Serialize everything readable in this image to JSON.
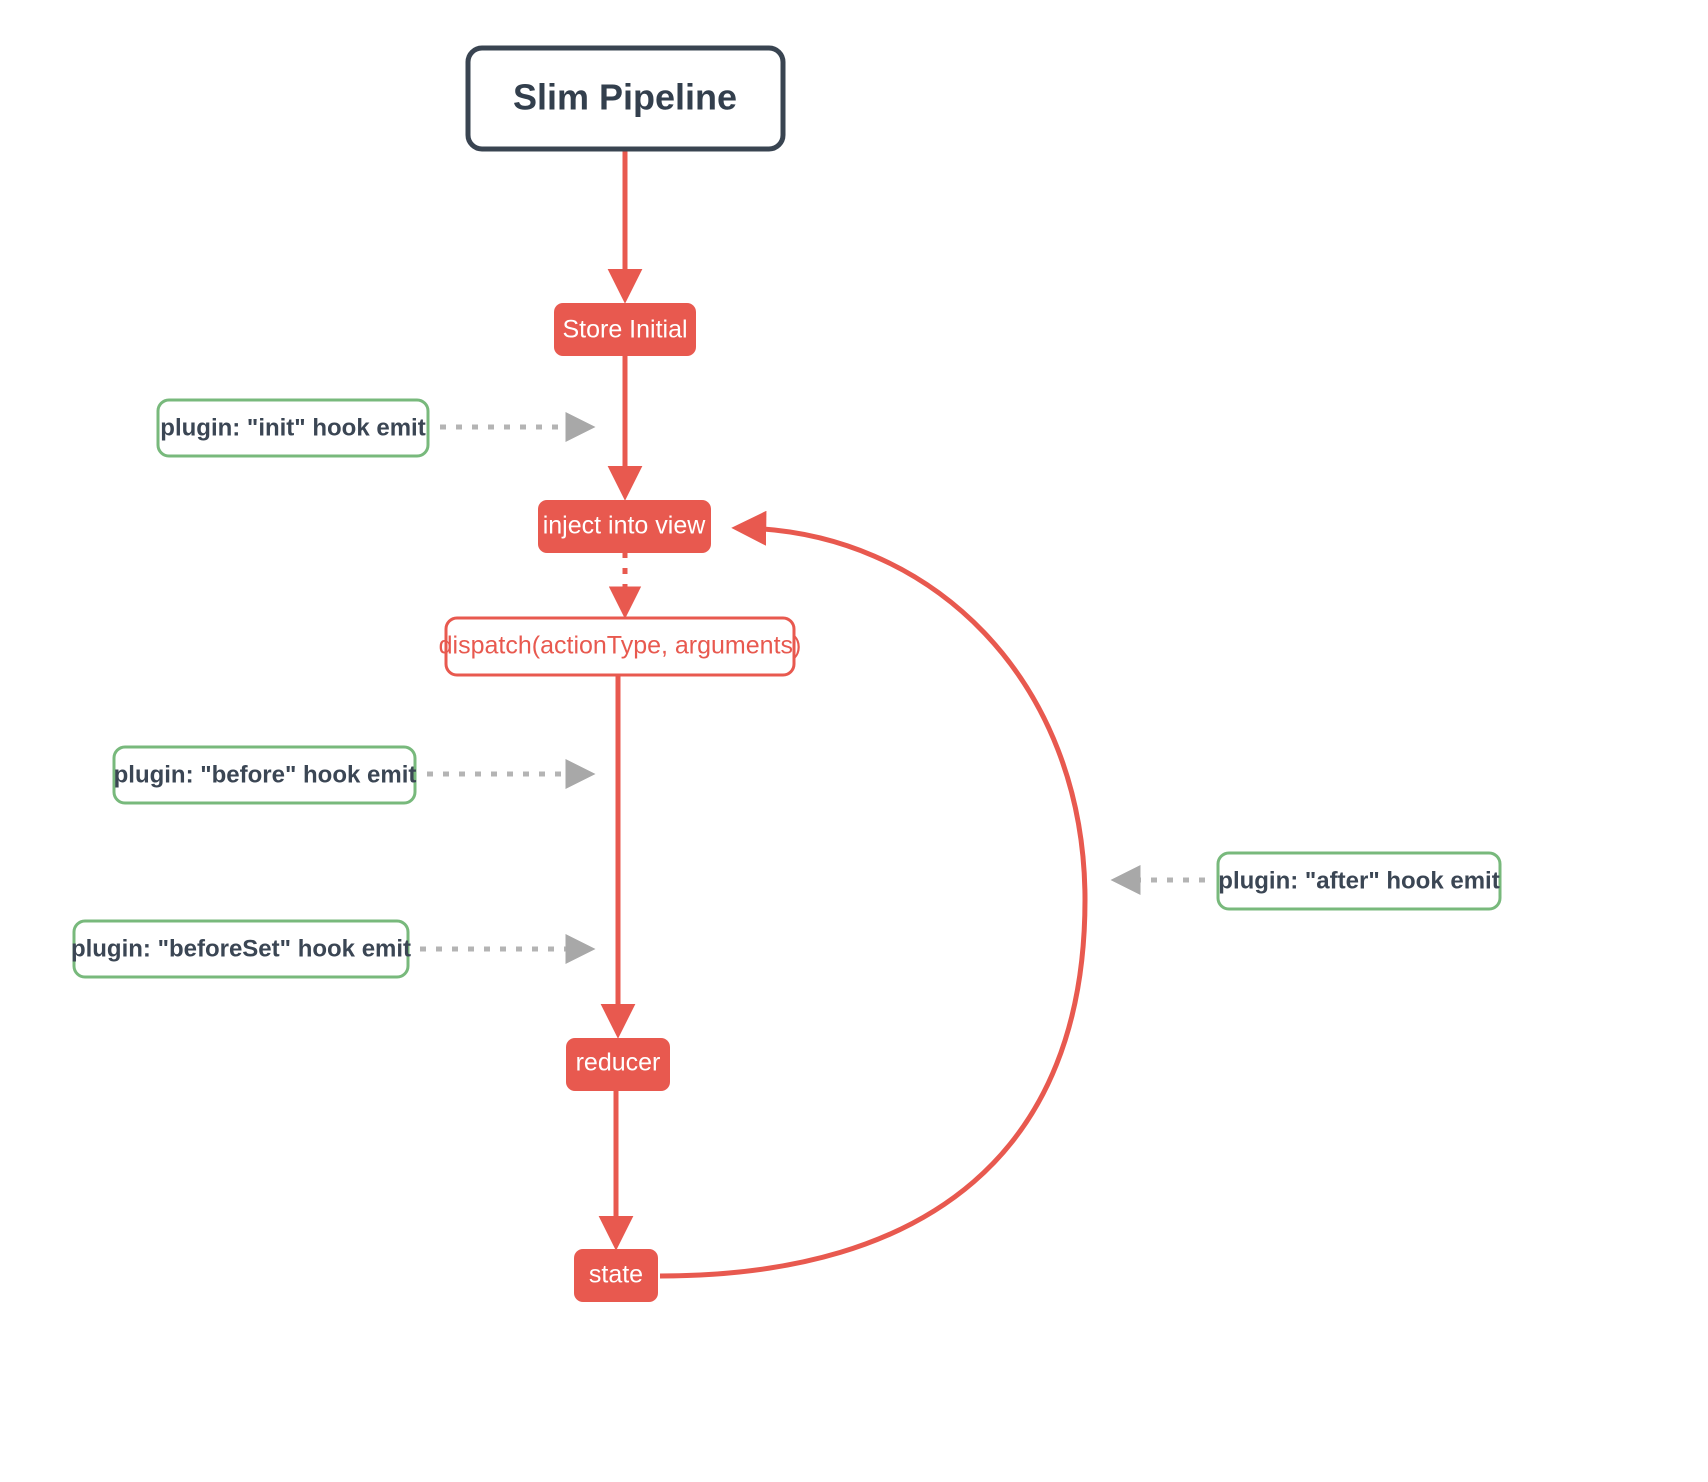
{
  "diagram": {
    "title": "Slim Pipeline",
    "nodes": {
      "store_initial": "Store Initial",
      "inject_into_view": "inject into view",
      "dispatch": "dispatch(actionType, arguments)",
      "reducer": "reducer",
      "state": "state"
    },
    "plugins": {
      "init": "plugin: \"init\" hook emit",
      "before": "plugin: \"before\" hook emit",
      "before_set": "plugin: \"beforeSet\" hook emit",
      "after": "plugin: \"after\" hook emit"
    },
    "colors": {
      "accent_red": "#e8594f",
      "title_border": "#394451",
      "plugin_border": "#78b97c",
      "plugin_text": "#3b4654",
      "edge_gray": "#b4b4b4",
      "background": "#ffffff"
    }
  }
}
